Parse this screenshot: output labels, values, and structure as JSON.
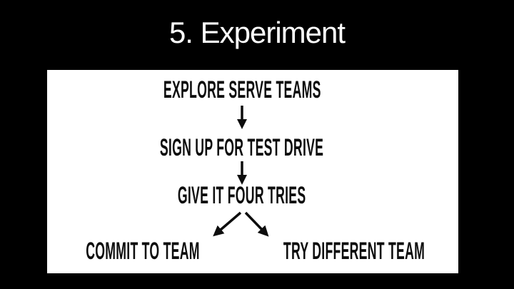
{
  "slide": {
    "title": "5. Experiment",
    "flowchart": {
      "steps": [
        "EXPLORE SERVE TEAMS",
        "SIGN UP FOR TEST DRIVE",
        "GIVE IT FOUR TRIES"
      ],
      "outcomes": [
        "COMMIT TO TEAM",
        "TRY DIFFERENT TEAM"
      ],
      "icons": [
        "arrow-down-icon",
        "arrow-down-icon",
        "arrow-down-left-icon",
        "arrow-down-right-icon"
      ]
    },
    "colors": {
      "background": "#000000",
      "title_text": "#ffffff",
      "panel_background": "#ffffff",
      "diagram_ink": "#0d0d0d"
    }
  }
}
